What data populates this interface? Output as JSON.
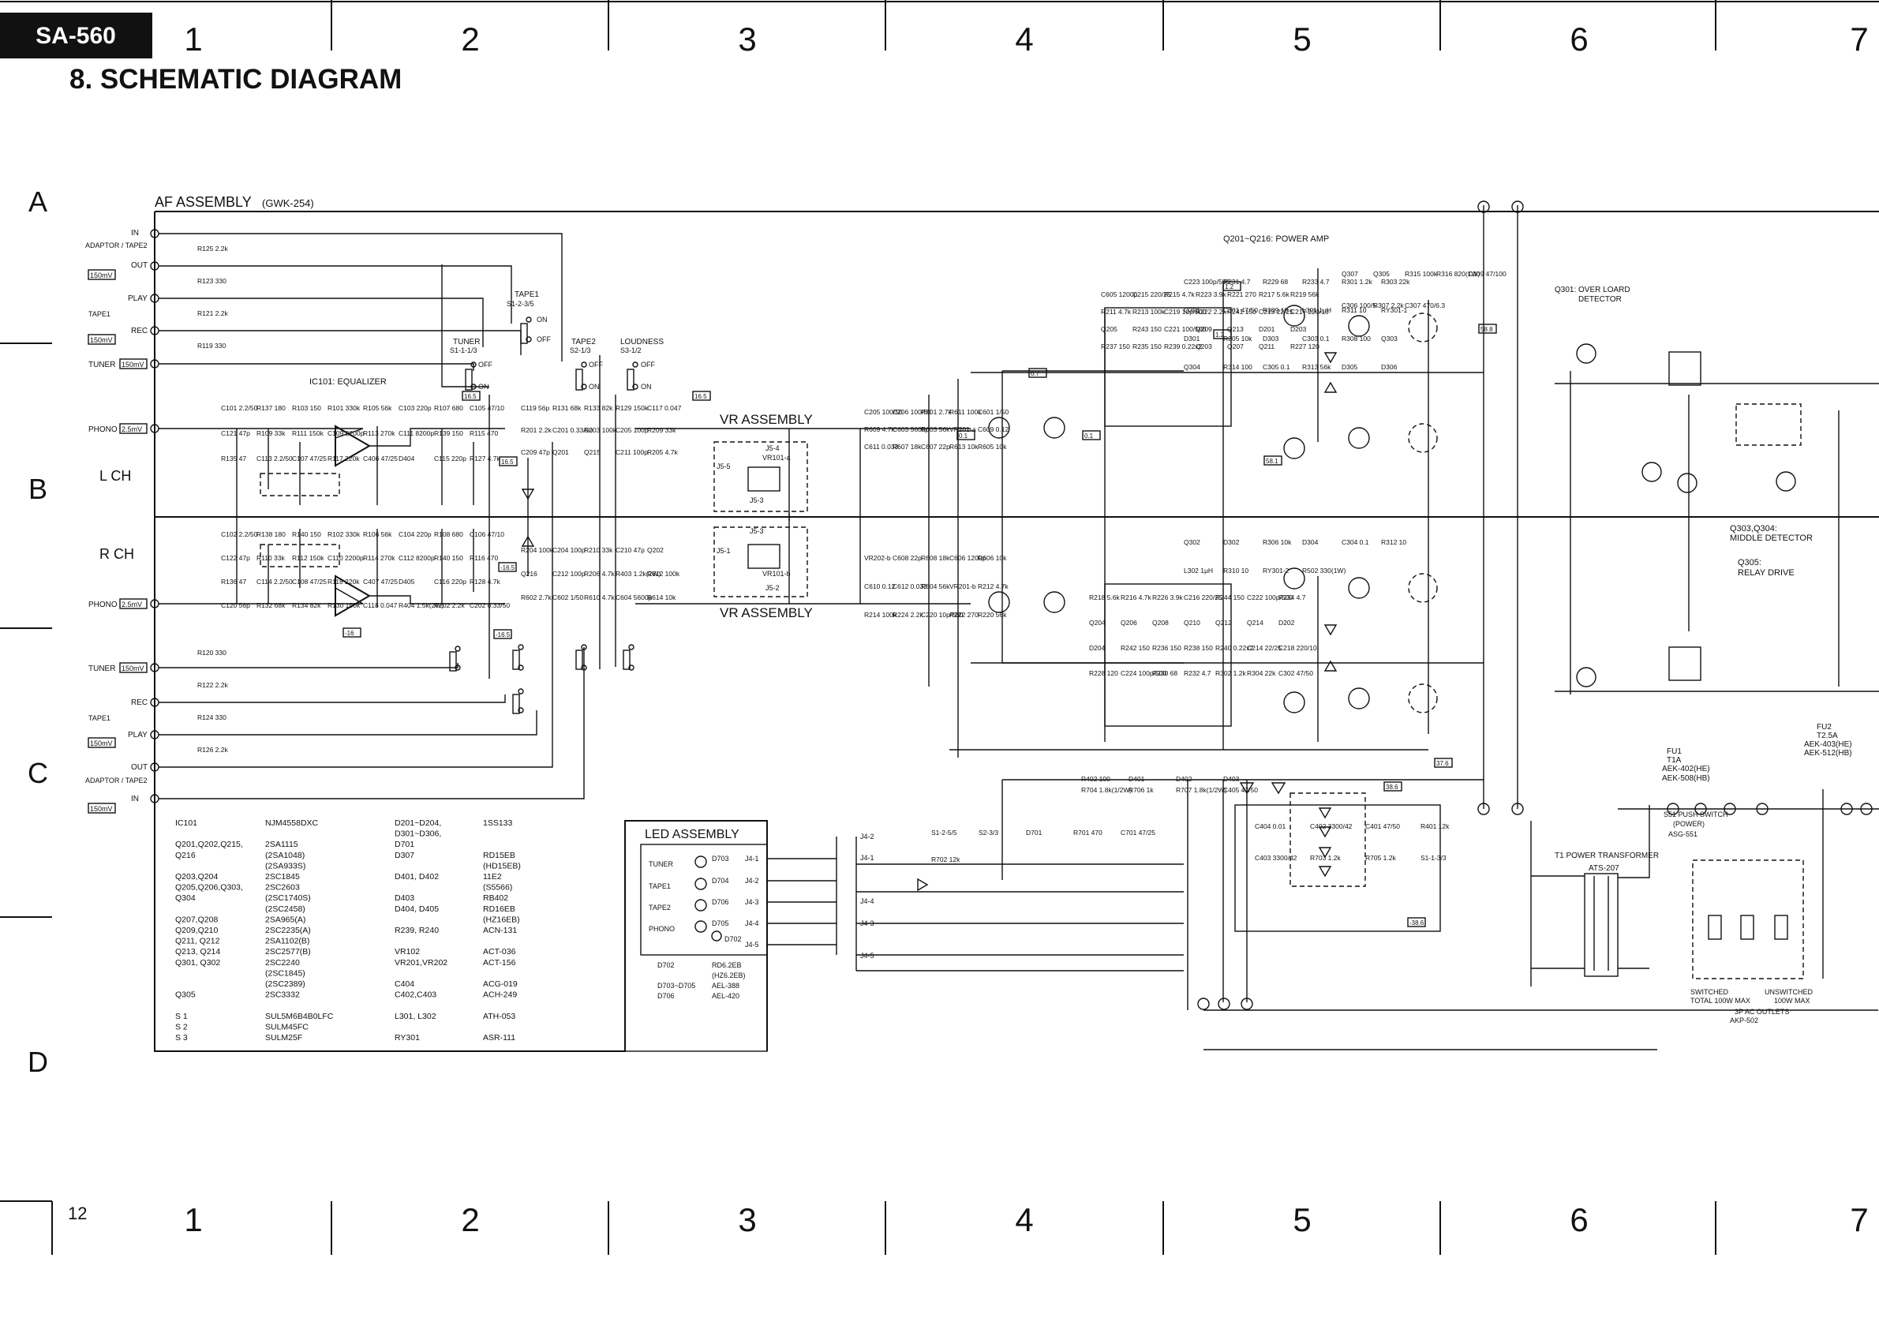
{
  "badge": "SA-560",
  "title": "8. SCHEMATIC DIAGRAM",
  "columns": [
    "1",
    "2",
    "3",
    "4",
    "5",
    "6",
    "7"
  ],
  "rows": [
    "A",
    "B",
    "C",
    "D"
  ],
  "page_number": "12",
  "assemblies": {
    "af": "AF ASSEMBLY",
    "af_part": "(GWK-254)",
    "vr": "VR ASSEMBLY",
    "led": "LED ASSEMBLY"
  },
  "channels": {
    "left": "L CH",
    "right": "R CH"
  },
  "sections": {
    "equalizer": "IC101: EQUALIZER",
    "power_amp": "Q201~Q216: POWER AMP",
    "overload": "Q301: OVER LOARD",
    "overload2": "DETECTOR",
    "middle": "Q303,Q304:",
    "middle2": "MIDDLE DETECTOR",
    "relay": "Q305:",
    "relay2": "RELAY DRIVE",
    "transformer": "T1  POWER TRANSFORMER",
    "transformer_part": "ATS-207",
    "push_switch": "S51 PUSH SWITCH",
    "push_switch2": "(POWER)",
    "push_switch3": "ASG-551",
    "fu1": "FU1",
    "fu1_val": "T1A",
    "fu1_p1": "AEK-402(HE)",
    "fu1_p2": "AEK-508(HB)",
    "fu2": "FU2",
    "fu2_val": "T2.5A",
    "fu2_p1": "AEK-403(HE)",
    "fu2_p2": "AEK-512(HB)",
    "outlets_sw": "SWITCHED",
    "outlets_sw2": "TOTAL 100W MAX",
    "outlets_un": "UNSWITCHED",
    "outlets_un2": "100W MAX",
    "outlets": "3P AC OUTLETS",
    "outlets_part": "AKP-502"
  },
  "jacks": [
    {
      "label": "ADAPTOR / TAPE2",
      "pin": "IN"
    },
    {
      "label": "",
      "pin": "OUT"
    },
    {
      "label": "",
      "pin": "PLAY"
    },
    {
      "label": "TAPE1",
      "pin": "REC"
    },
    {
      "label": "TUNER",
      "pin": ""
    },
    {
      "label": "PHONO",
      "pin": ""
    },
    {
      "label": "PHONO",
      "pin": ""
    },
    {
      "label": "TUNER",
      "pin": ""
    },
    {
      "label": "TAPE1",
      "pin": "REC"
    },
    {
      "label": "",
      "pin": "PLAY"
    },
    {
      "label": "ADAPTOR / TAPE2",
      "pin": "OUT"
    },
    {
      "label": "",
      "pin": "IN"
    }
  ],
  "levels": [
    "150mV",
    "150mV",
    "150mV",
    "2.5mV",
    "2.5mV",
    "150mV",
    "150mV",
    "150mV"
  ],
  "switches": [
    "TAPE1",
    "S1-2-3/5",
    "TUNER",
    "S1-1-1/3",
    "TAPE2",
    "S2-1/3",
    "LOUDNESS",
    "S3-1/2"
  ],
  "switch_states": [
    "ON",
    "OFF",
    "OFF",
    "ON",
    "OFF",
    "ON",
    "OFF",
    "ON"
  ],
  "components_top": [
    "R125 2.2k",
    "R123 330",
    "R121 2.2k",
    "R119 330",
    "C101 2.2/50",
    "R137 180",
    "R103 150",
    "R101 330k",
    "R105 56k",
    "C103 220p",
    "R107 680",
    "C105 47/10",
    "C121 47p",
    "R109 33k",
    "R111 150k",
    "C109 2200p",
    "R113 270k",
    "C111 8200p",
    "R139 150",
    "R115 470",
    "R135 47",
    "C113 2.2/50",
    "C107 47/25",
    "R117 220k",
    "C406 47/25",
    "D404",
    "C115 220p",
    "R127 4.7k",
    "C119 56p",
    "R131 68k",
    "R133 82k",
    "R129 150k",
    "C117 0.047",
    "R201 2.2k",
    "C201 0.33/50",
    "R203 100k",
    "C205 100p",
    "R209 33k",
    "C209 47p",
    "Q201",
    "Q215",
    "C211 100p",
    "R205 4.7k",
    "C205 100/50",
    "C206 100/50",
    "R601 2.7k",
    "R611 100k",
    "C601 1/50",
    "R609 4.7k",
    "C603 5600p",
    "R603 56k",
    "VR201-a",
    "C609 0.12",
    "C611 0.033",
    "R607 18k",
    "C607 22p",
    "R613 10k",
    "R605 10k",
    "C605 1200p",
    "C215 220/25",
    "R215 4.7k",
    "R223 3.9k",
    "R221 270",
    "R217 5.6k",
    "R219 56k",
    "R211 4.7k",
    "R213 100k",
    "C219 10p/500",
    "R222 2.2k",
    "R241 150",
    "C213 22/25",
    "C217 220/10",
    "Q205",
    "R243 150",
    "C221 100/500",
    "Q209",
    "Q213",
    "D201",
    "D203",
    "R237 150",
    "R235 150",
    "R239 0.22x2",
    "Q203",
    "Q207",
    "Q211",
    "R227 120",
    "C223 100p/500",
    "R231 4.7",
    "R229 68",
    "R233 4.7",
    "R301 1.2k",
    "R303 22k",
    "Q301",
    "C301 47/50",
    "R309 10",
    "L301 1µH",
    "R311 10",
    "RY301-1",
    "D301",
    "R305 10k",
    "D303",
    "C303 0.1",
    "R308 100",
    "Q303",
    "Q304",
    "R314 100",
    "C305 0.1",
    "R313 56k",
    "D305",
    "D306",
    "Q307",
    "Q305",
    "R315 100k",
    "R316 820(1W)",
    "C309 47/100",
    "C306 100/5",
    "R307 2.2k",
    "C307 470/6.3"
  ],
  "components_bottom": [
    "R120 330",
    "R122 2.2k",
    "R124 330",
    "R126 2.2k",
    "C102 2.2/50",
    "R138 180",
    "R140 150",
    "R102 330k",
    "R106 56k",
    "C104 220p",
    "R108 680",
    "C106 47/10",
    "C122 47p",
    "R110 33k",
    "R112 150k",
    "C110 2200p",
    "R114 270k",
    "C112 8200p",
    "R140 150",
    "R116 470",
    "R136 47",
    "C114 2.2/50",
    "C108 47/25",
    "R118 220k",
    "C407 47/25",
    "D405",
    "C116 220p",
    "R128 4.7k",
    "C120 56p",
    "R132 68k",
    "R134 82k",
    "R130 150k",
    "C118 0.047",
    "R404 1.5k(2W)",
    "R202 2.2k",
    "C202 0.33/50",
    "R204 100k",
    "C204 100p",
    "R210 33k",
    "C210 47p",
    "Q202",
    "Q216",
    "C212 100p",
    "R206 4.7k",
    "R403 1.2k(2W)",
    "R612 100k",
    "R602 2.7k",
    "C602 1/50",
    "R610 4.7k",
    "C604 5600p",
    "R614 10k",
    "VR202-b",
    "C608 22p",
    "R608 18k",
    "C606 1200p",
    "R606 10k",
    "C610 0.12",
    "C612 0.033",
    "R604 56k",
    "VR201-b",
    "R212 4.7k",
    "R214 100k",
    "R224 2.2k",
    "C220 10p/500",
    "R222 270",
    "R220 56k",
    "R218 5.6k",
    "R216 4.7k",
    "R226 3.9k",
    "C216 220/25",
    "R244 150",
    "C222 100p/500",
    "R234 4.7",
    "Q204",
    "Q206",
    "Q208",
    "Q210",
    "Q212",
    "Q214",
    "D202",
    "D204",
    "R242 150",
    "R236 150",
    "R238 150",
    "R240 0.22x2",
    "C214 22/25",
    "C218 220/10",
    "R228 120",
    "C224 100p/500",
    "R230 68",
    "R232 4.7",
    "R302 1.2k",
    "R304 22k",
    "C302 47/50",
    "Q302",
    "D302",
    "R306 10k",
    "D304",
    "C304 0.1",
    "R312 10",
    "L302 1µH",
    "R310 10",
    "RY301-2",
    "R502 330(1W)"
  ],
  "power_supply": [
    "R402 100",
    "D401",
    "D402",
    "D403",
    "R704 1.8k(1/2W)",
    "R706 1k",
    "R707 1.8k(1/2W)",
    "C405 47/50",
    "C404 0.01",
    "C402 3300/42",
    "C401 47/50",
    "R401 12k",
    "C403 3300/42",
    "R703 1.2k",
    "R705 1.2k",
    "S1-1-3/3",
    "S1-2-5/5",
    "S2-3/3",
    "D701",
    "R701 470",
    "C701 47/25",
    "R702 12k"
  ],
  "voltages": [
    "0.1",
    "0.7",
    "0.1",
    "1.2",
    "1.2",
    "58.1",
    "58.8",
    "16.5",
    "16.5",
    "16.5",
    "-16.5",
    "-16.5",
    "-16",
    "38.6",
    "37.6",
    "-38.6"
  ],
  "led": {
    "rows": [
      "TUNER",
      "TAPE1",
      "TAPE2",
      "PHONO"
    ],
    "diodes": [
      "D703",
      "D704",
      "D706",
      "D705",
      "D702"
    ],
    "connector": [
      "J4-1",
      "J4-2",
      "J4-3",
      "J4-4",
      "J4-5"
    ],
    "connector_main": [
      "J4-2",
      "J4-1",
      "J4-4",
      "J4-3",
      "J4-5"
    ]
  },
  "vr": {
    "upper": [
      "J5-4",
      "VR101-a",
      "J5-5",
      "J5-3"
    ],
    "lower": [
      "J5-3",
      "J5-1",
      "VR101-b",
      "J5-2"
    ]
  },
  "parts_table": [
    [
      "IC101",
      "NJM4558DXC",
      "D201~D204,",
      "1SS133"
    ],
    [
      "",
      "",
      "D301~D306,",
      ""
    ],
    [
      "Q201,Q202,Q215,",
      "2SA1115",
      "D701",
      ""
    ],
    [
      "Q216",
      "(2SA1048)",
      "D307",
      "RD15EB"
    ],
    [
      "",
      "(2SA933S)",
      "",
      "(HD15EB)"
    ],
    [
      "Q203,Q204",
      "2SC1845",
      "D401, D402",
      "11E2"
    ],
    [
      "Q205,Q206,Q303,",
      "2SC2603",
      "",
      "(S5566)"
    ],
    [
      "Q304",
      "(2SC1740S)",
      "D403",
      "RB402"
    ],
    [
      "",
      "(2SC2458)",
      "D404, D405",
      "RD16EB"
    ],
    [
      "Q207,Q208",
      "2SA965(A)",
      "",
      "(HZ16EB)"
    ],
    [
      "Q209,Q210",
      "2SC2235(A)",
      "R239, R240",
      "ACN-131"
    ],
    [
      "Q211, Q212",
      "2SA1102(B)",
      "",
      ""
    ],
    [
      "Q213, Q214",
      "2SC2577(B)",
      "VR102",
      "ACT-036"
    ],
    [
      "Q301, Q302",
      "2SC2240",
      "VR201,VR202",
      "ACT-156"
    ],
    [
      "",
      "(2SC1845)",
      "",
      ""
    ],
    [
      "",
      "(2SC2389)",
      "C404",
      "ACG-019"
    ],
    [
      "Q305",
      "2SC3332",
      "C402,C403",
      "ACH-249"
    ],
    [
      "",
      "",
      "",
      ""
    ],
    [
      "S 1",
      "SUL5M6B4B0LFC",
      "L301, L302",
      "ATH-053"
    ],
    [
      "S 2",
      "SULM45FC",
      "",
      ""
    ],
    [
      "S 3",
      "SULM25F",
      "RY301",
      "ASR-111"
    ]
  ],
  "led_table": [
    [
      "D702",
      "RD6.2EB"
    ],
    [
      "",
      "(HZ6.2EB)"
    ],
    [
      "D703~D705",
      "AEL-388"
    ],
    [
      "D706",
      "AEL-420"
    ]
  ]
}
